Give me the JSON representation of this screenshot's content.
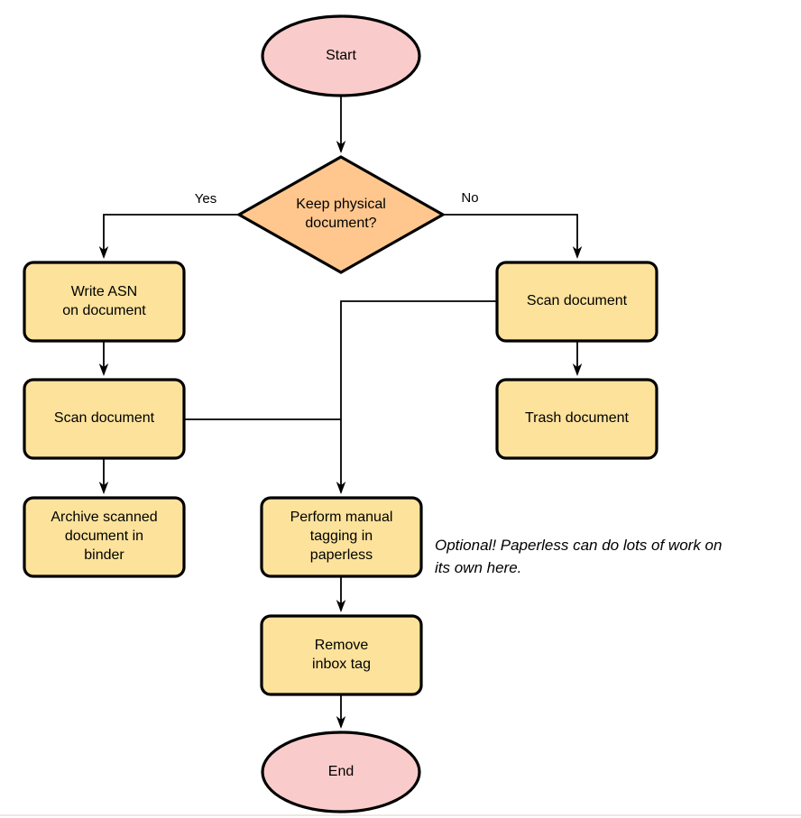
{
  "diagram": {
    "type": "flowchart",
    "nodes": {
      "start": {
        "label": "Start",
        "shape": "ellipse"
      },
      "decision": {
        "label": "Keep physical\ndocument?",
        "shape": "diamond"
      },
      "write_asn": {
        "label": "Write ASN\non document",
        "shape": "rounded-rect"
      },
      "scan_left": {
        "label": "Scan document",
        "shape": "rounded-rect"
      },
      "archive": {
        "label": "Archive scanned\ndocument in\nbinder",
        "shape": "rounded-rect"
      },
      "scan_right": {
        "label": "Scan document",
        "shape": "rounded-rect"
      },
      "trash": {
        "label": "Trash document",
        "shape": "rounded-rect"
      },
      "tagging": {
        "label": "Perform manual\ntagging in\npaperless",
        "shape": "rounded-rect"
      },
      "remove_inbox": {
        "label": "Remove\ninbox tag",
        "shape": "rounded-rect"
      },
      "end": {
        "label": "End",
        "shape": "ellipse"
      }
    },
    "edge_labels": {
      "yes": "Yes",
      "no": "No"
    },
    "annotation": "Optional! Paperless can do lots of work on\nits own here."
  },
  "colors": {
    "background": "#FFFFFF",
    "stroke": "#000000",
    "terminal_fill": "#F9CCCB",
    "decision_fill": "#FFC78E",
    "process_fill": "#FCE29B",
    "footer_line": "#F3E4E4"
  }
}
